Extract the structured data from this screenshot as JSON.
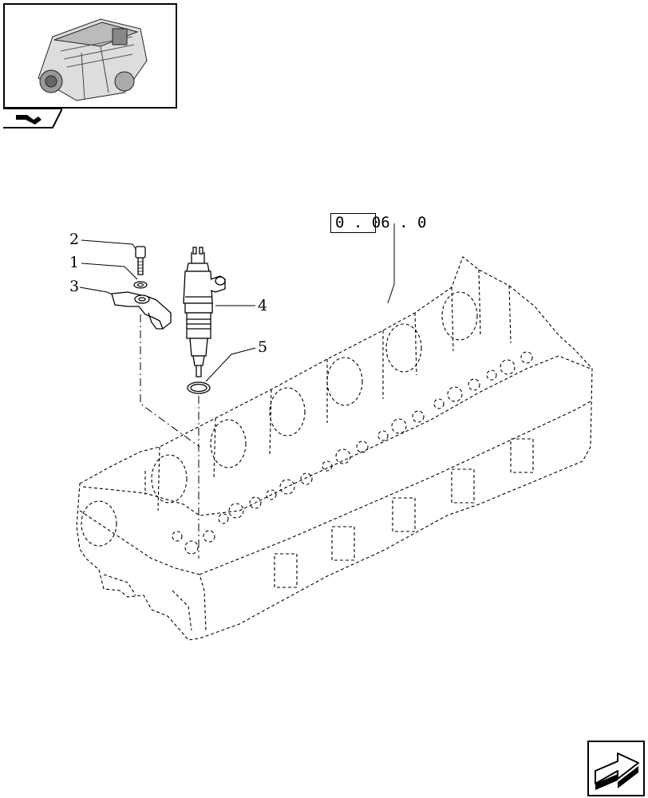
{
  "callouts": {
    "c1": "1",
    "c2": "2",
    "c3": "3",
    "c4": "4",
    "c5": "5"
  },
  "reference": {
    "text": "0 . 06 . 0"
  },
  "icons": {
    "thumbnail": "engine-thumbnail-icon",
    "section_nav": "section-nav-icon",
    "next_page": "next-page-arrow-icon"
  },
  "colors": {
    "line": "#000000",
    "background": "#ffffff"
  }
}
